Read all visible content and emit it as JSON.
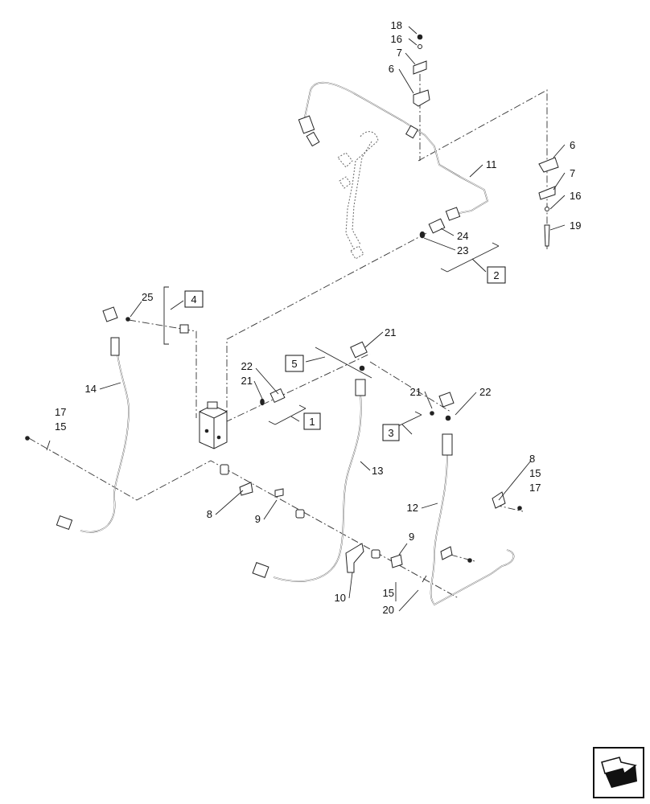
{
  "callouts": [
    {
      "id": "c18a",
      "text": "18"
    },
    {
      "id": "c16a",
      "text": "16"
    },
    {
      "id": "c7a",
      "text": "7"
    },
    {
      "id": "c6a",
      "text": "6"
    },
    {
      "id": "c6b",
      "text": "6"
    },
    {
      "id": "c11",
      "text": "11"
    },
    {
      "id": "c7b",
      "text": "7"
    },
    {
      "id": "c16b",
      "text": "16"
    },
    {
      "id": "c19",
      "text": "19"
    },
    {
      "id": "c24",
      "text": "24"
    },
    {
      "id": "c23",
      "text": "23"
    },
    {
      "id": "c25",
      "text": "25"
    },
    {
      "id": "c14",
      "text": "14"
    },
    {
      "id": "c21a",
      "text": "21"
    },
    {
      "id": "c22a",
      "text": "22"
    },
    {
      "id": "c21b",
      "text": "21"
    },
    {
      "id": "c21c",
      "text": "21"
    },
    {
      "id": "c22b",
      "text": "22"
    },
    {
      "id": "c17a",
      "text": "17"
    },
    {
      "id": "c15a",
      "text": "15"
    },
    {
      "id": "c13",
      "text": "13"
    },
    {
      "id": "c8a",
      "text": "8"
    },
    {
      "id": "c9a",
      "text": "9"
    },
    {
      "id": "c8b",
      "text": "8"
    },
    {
      "id": "c15b",
      "text": "15"
    },
    {
      "id": "c17b",
      "text": "17"
    },
    {
      "id": "c12",
      "text": "12"
    },
    {
      "id": "c9b",
      "text": "9"
    },
    {
      "id": "c10",
      "text": "10"
    },
    {
      "id": "c15c",
      "text": "15"
    },
    {
      "id": "c20",
      "text": "20"
    }
  ],
  "boxes": [
    {
      "id": "b1",
      "text": "1"
    },
    {
      "id": "b2",
      "text": "2"
    },
    {
      "id": "b3",
      "text": "3"
    },
    {
      "id": "b4",
      "text": "4"
    },
    {
      "id": "b5",
      "text": "5"
    }
  ],
  "nav": {
    "icon": "next-page-arrow-icon"
  }
}
